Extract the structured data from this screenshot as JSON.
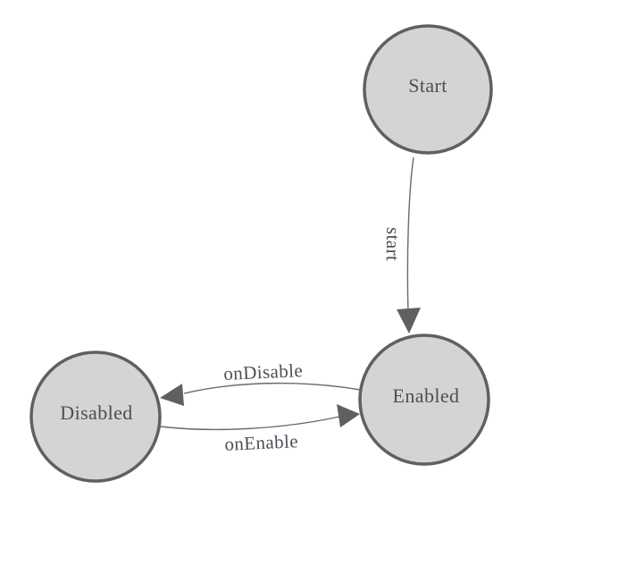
{
  "diagram": {
    "type": "state-machine",
    "colors": {
      "background": "#ffffff",
      "node_fill": "#d4d4d4",
      "node_border": "#606060",
      "edge_line": "#6a6a6a",
      "arrowhead": "#606060",
      "text": "#4e4e58"
    },
    "nodes": [
      {
        "id": "start",
        "label": "Start"
      },
      {
        "id": "enabled",
        "label": "Enabled"
      },
      {
        "id": "disabled",
        "label": "Disabled"
      }
    ],
    "edges": [
      {
        "id": "start-transition",
        "label": "start",
        "from": "Start",
        "to": "Enabled"
      },
      {
        "id": "onDisable-transition",
        "label": "onDisable",
        "from": "Enabled",
        "to": "Disabled"
      },
      {
        "id": "onEnable-transition",
        "label": "onEnable",
        "from": "Disabled",
        "to": "Enabled"
      }
    ]
  }
}
